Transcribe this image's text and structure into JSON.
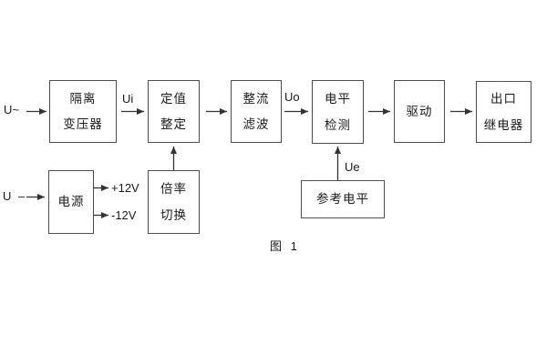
{
  "diagram": {
    "caption": "图 1",
    "inputs": {
      "ac": "U~",
      "dc": "U –"
    },
    "signals": {
      "ui": "Ui",
      "uo": "Uo",
      "ue": "Ue"
    },
    "power_rails": {
      "positive": "+12V",
      "negative": "-12V"
    },
    "blocks": [
      {
        "name": "isolation-transformer",
        "lines": [
          "隔离",
          "变压器"
        ]
      },
      {
        "name": "setting-adjustment",
        "lines": [
          "定值",
          "整定"
        ]
      },
      {
        "name": "rectifier-filter",
        "lines": [
          "整流",
          "滤波"
        ]
      },
      {
        "name": "level-detection",
        "lines": [
          "电平",
          "检测"
        ]
      },
      {
        "name": "driver",
        "lines": [
          "驱动"
        ]
      },
      {
        "name": "output-relay",
        "lines": [
          "出口",
          "继电器"
        ]
      },
      {
        "name": "power-supply",
        "lines": [
          "电源"
        ]
      },
      {
        "name": "ratio-switching",
        "lines": [
          "倍率",
          "切换"
        ]
      },
      {
        "name": "reference-level",
        "lines": [
          "参考电平"
        ]
      }
    ],
    "colors": {
      "line": "#333333",
      "text": "#1a1a1a",
      "border": "#4d4d4d",
      "background": "#ffffff"
    }
  }
}
